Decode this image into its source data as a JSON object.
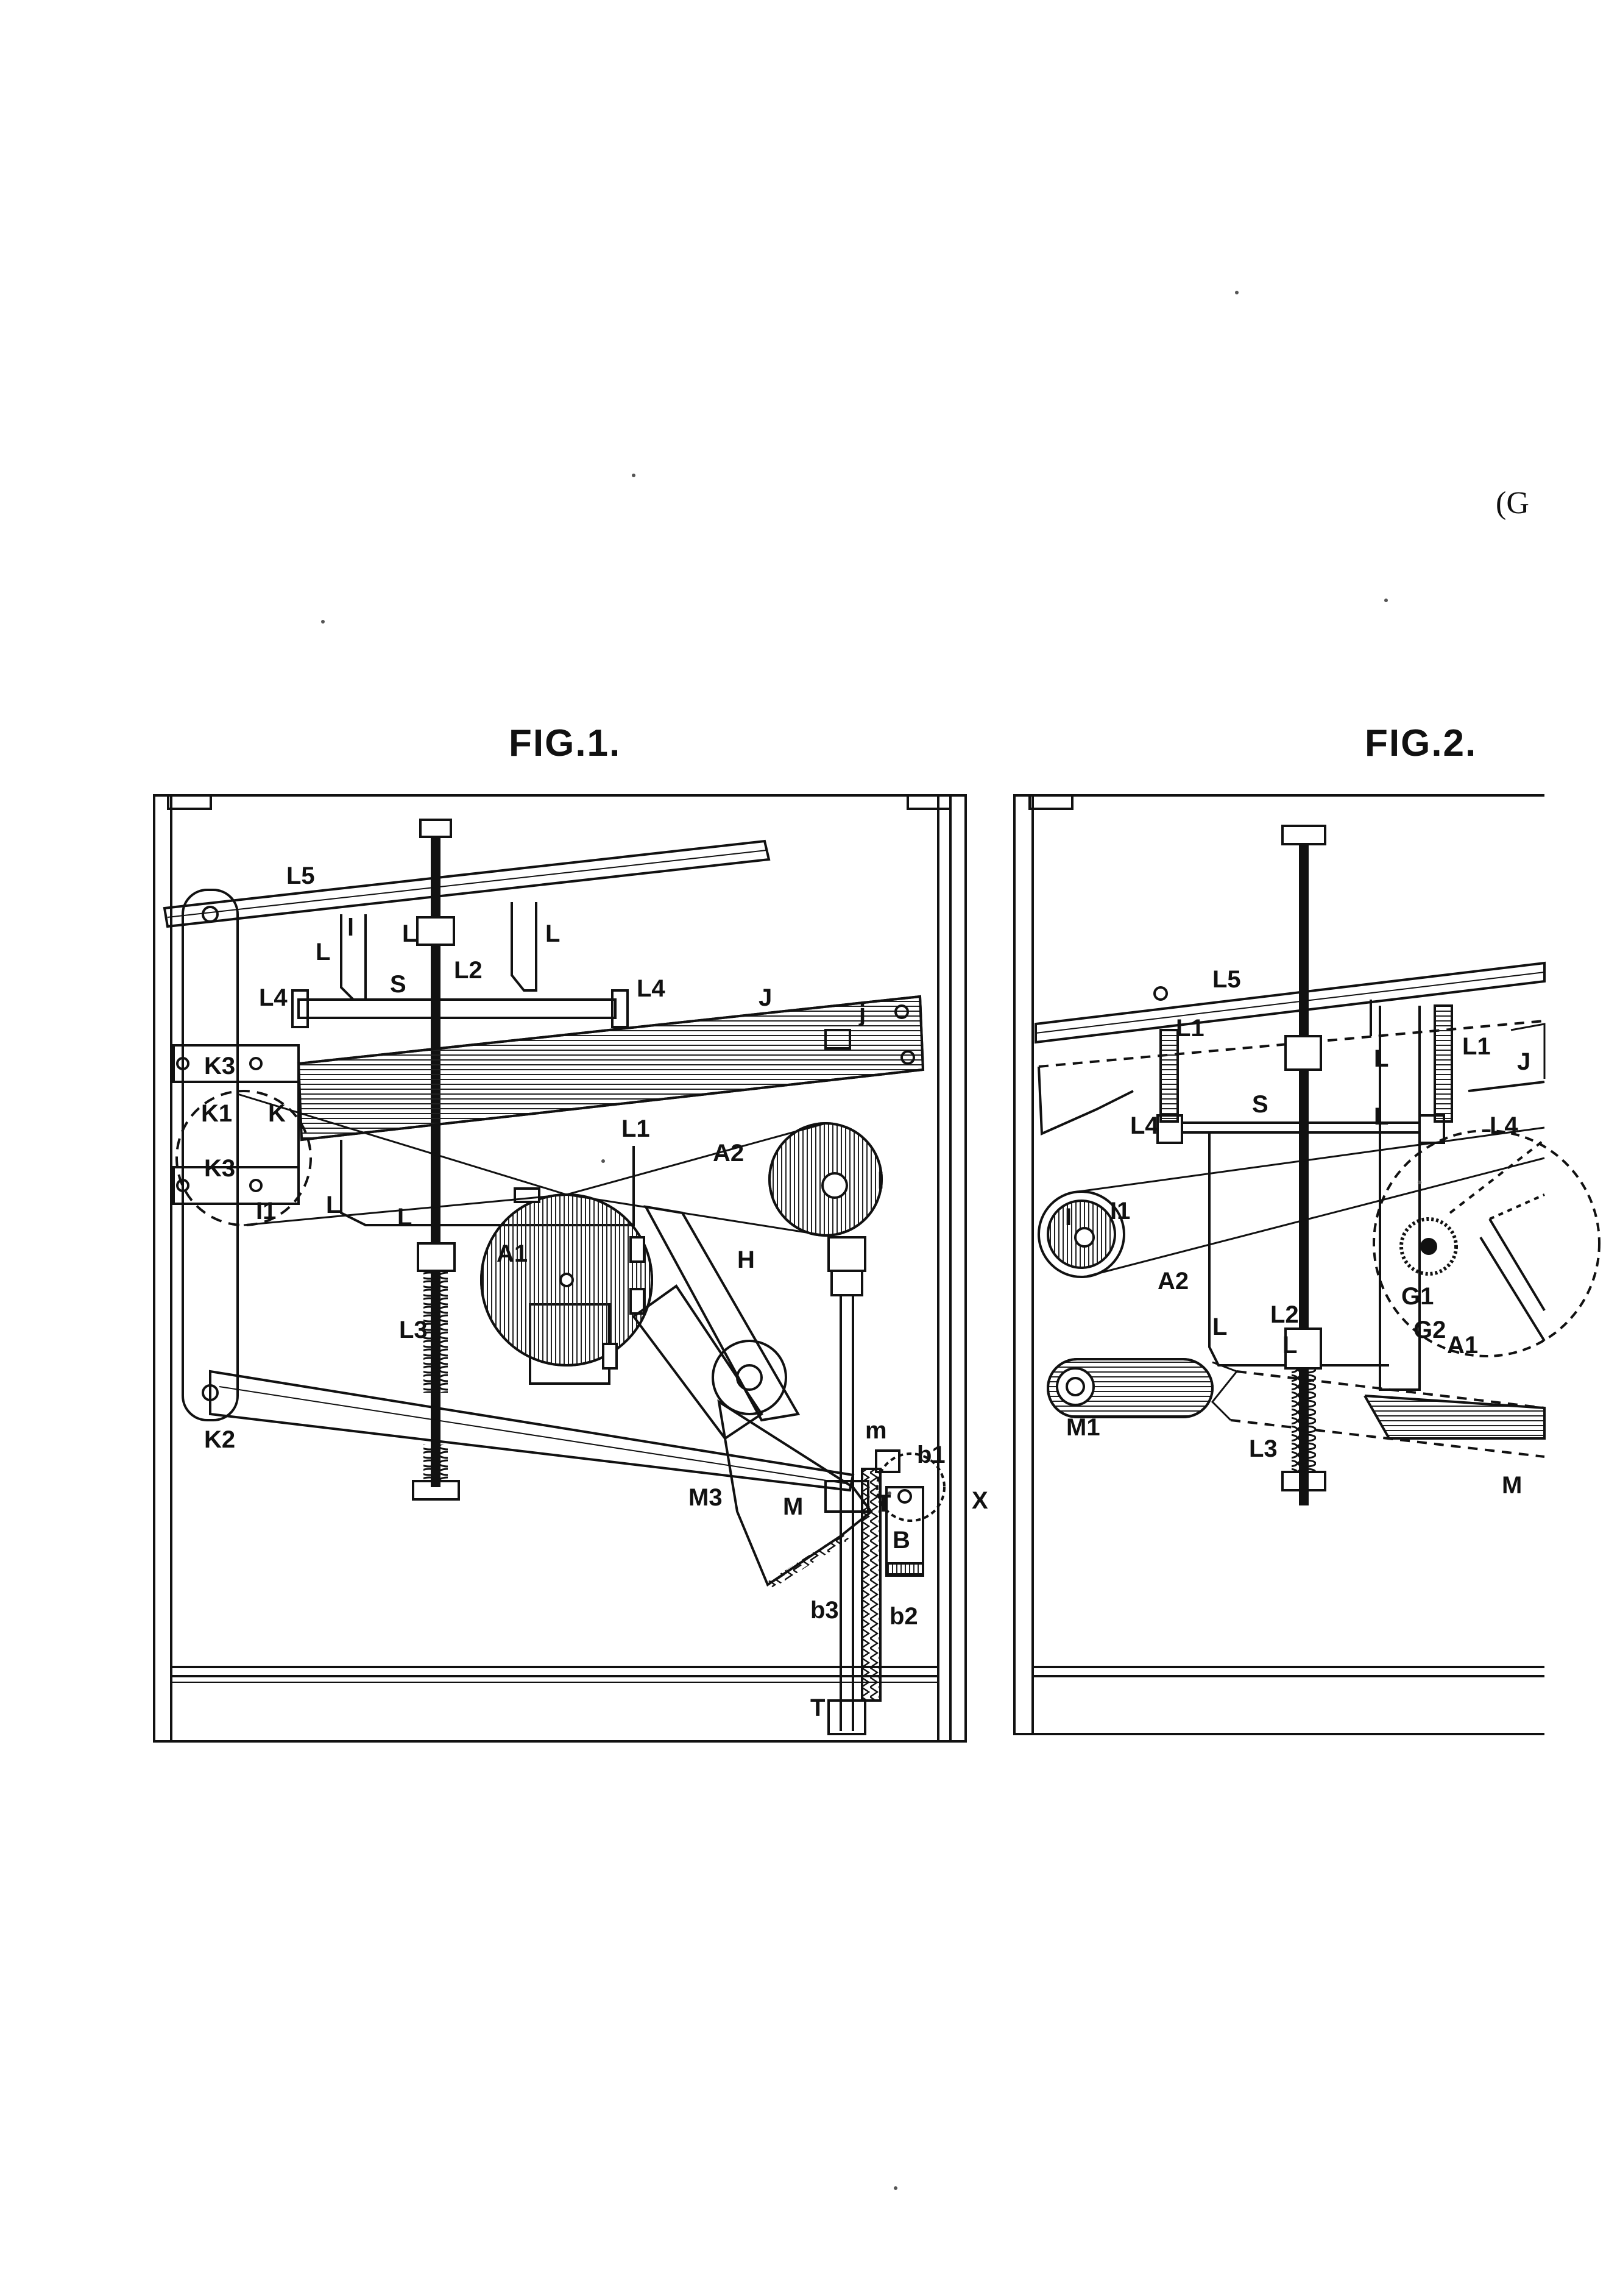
{
  "corner_text": "(G",
  "side_label": "X",
  "figures": [
    {
      "title": "FIG.1.",
      "labels": [
        "L5",
        "l",
        "L",
        "L",
        "L2",
        "L",
        "L4",
        "S",
        "L4",
        "J",
        "j",
        "K3",
        "K1",
        "K",
        "L1",
        "A2",
        "I",
        "K3",
        "I1",
        "L",
        "L",
        "A1",
        "H",
        "L3",
        "K2",
        "m",
        "b1",
        "M3",
        "M",
        "T",
        "B",
        "b3",
        "b2",
        "T"
      ]
    },
    {
      "title": "FIG.2.",
      "labels": [
        "L5",
        "L1",
        "J",
        "L1",
        "L",
        "L4",
        "S",
        "L",
        "L4",
        "I",
        "I1",
        "A2",
        "L",
        "L2",
        "G1",
        "G2",
        "A1",
        "L",
        "M1",
        "L3",
        "M"
      ]
    }
  ]
}
